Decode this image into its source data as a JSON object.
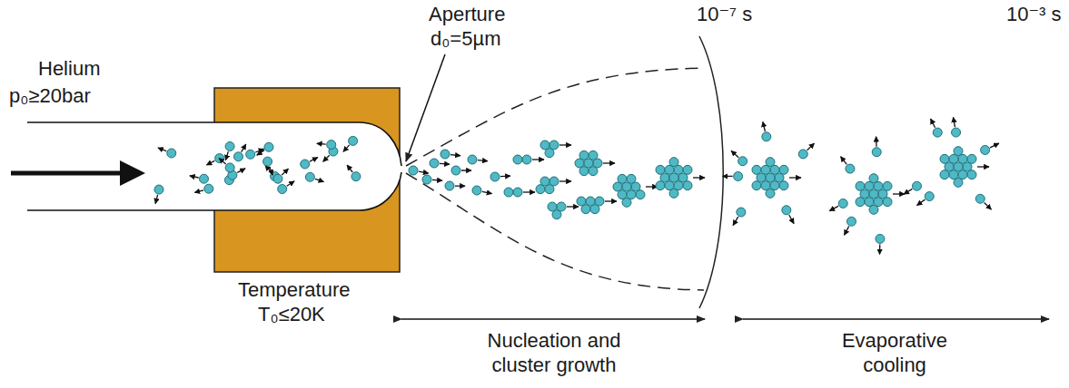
{
  "diagram": {
    "labels": [
      "Helium",
      "p₀≥20bar",
      "Aperture",
      "d₀=5µm",
      "Temperature",
      "T₀≤20K",
      "10⁻⁷ s",
      "10⁻³ s",
      "Nucleation and cluster growth",
      "Evaporative cooling"
    ]
  }
}
